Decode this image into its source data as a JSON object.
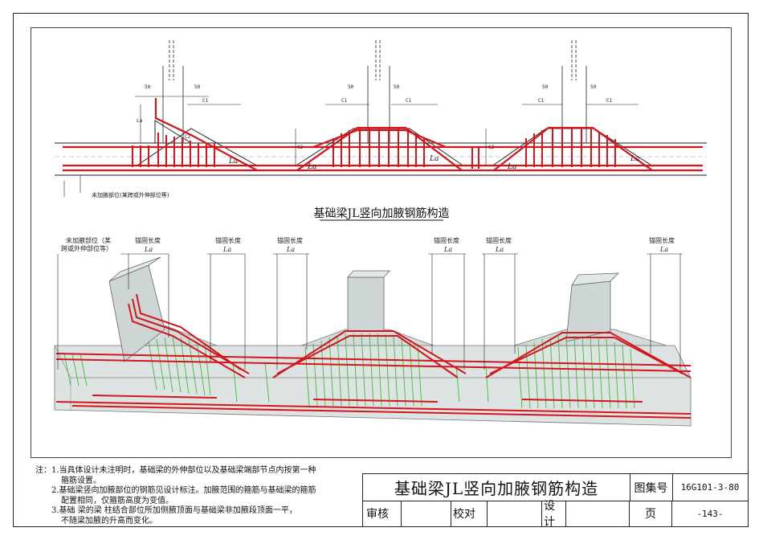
{
  "drawing": {
    "top_labels": {
      "dim_50": "50",
      "c1": "C1",
      "c2": "C2",
      "la": "La",
      "unhaunched_note": "未加腋部位(某跨或外伸部位等)"
    },
    "figure_caption": "基础梁JL竖向加腋钢筋构造",
    "iso_labels": {
      "unhaunched_line1": "未加腋部位（某",
      "unhaunched_line2": "跨或外伸部位等）",
      "anchor_length": "锚固长度",
      "la": "La"
    }
  },
  "notes": {
    "prefix": "注：",
    "items": [
      {
        "num": "1.",
        "lines": [
          "当具体设计未注明时，基础梁的外伸部位以及基础梁端部节点内按第一种",
          "箍筋设置。"
        ]
      },
      {
        "num": "2.",
        "lines": [
          "基础梁竖向加腋部位的钢筋见设计标注。加腋范围的箍筋与基础梁的箍筋",
          "配置相同，仅箍筋高度为变值。"
        ]
      },
      {
        "num": "3.",
        "lines": [
          "基础 梁的梁 柱结合部位所加侧腋顶面与基础梁非加腋段顶面一平，",
          "不随梁加腋的升高而变化。"
        ]
      }
    ]
  },
  "title_block": {
    "title": "基础梁JL竖向加腋钢筋构造",
    "atlas_label": "图集号",
    "atlas_value": "16G101-3-80",
    "review": "审核",
    "check": "校对",
    "design": "设计",
    "page_label": "页",
    "page_value": "-143-"
  },
  "colors": {
    "rebar": "#d2161b",
    "stirrup_iso": "#39c12a",
    "concrete_fill": "#c9cfcf",
    "line": "#222222"
  }
}
